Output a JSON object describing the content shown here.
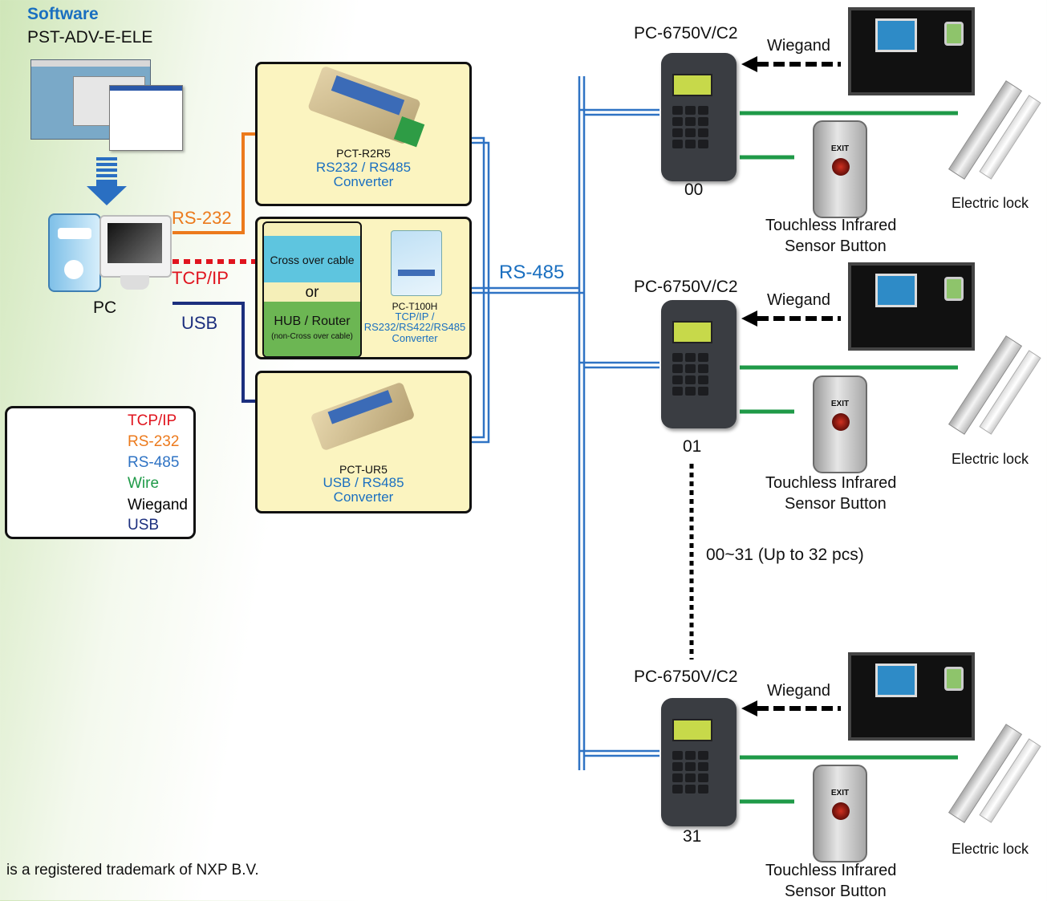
{
  "software": {
    "heading": "Software",
    "name": "PST-ADV-E-ELE"
  },
  "pc_label": "PC",
  "links": {
    "rs232": "RS-232",
    "tcpip": "TCP/IP",
    "usb": "USB",
    "rs485": "RS-485"
  },
  "converters": {
    "r2r5": {
      "model": "PCT-R2R5",
      "line1": "RS232 / RS485",
      "line2": "Converter"
    },
    "t100h": {
      "cable": "Cross over cable",
      "or": "or",
      "hub": "HUB / Router",
      "hub_note": "(non-Cross over cable)",
      "model": "PC-T100H",
      "line1": "TCP/IP  /",
      "line2": "RS232/RS422/RS485",
      "line3": "Converter"
    },
    "ur5": {
      "model": "PCT-UR5",
      "line1": "USB / RS485",
      "line2": "Converter"
    }
  },
  "stations": [
    {
      "model": "PC-6750V/C2",
      "wiegand": "Wiegand",
      "id": "00",
      "button": [
        "Touchless Infrared",
        "Sensor Button"
      ],
      "lock": "Electric lock"
    },
    {
      "model": "PC-6750V/C2",
      "wiegand": "Wiegand",
      "id": "01",
      "button": [
        "Touchless Infrared",
        "Sensor Button"
      ],
      "lock": "Electric lock"
    },
    {
      "model": "PC-6750V/C2",
      "wiegand": "Wiegand",
      "id": "31",
      "button": [
        "Touchless Infrared",
        "Sensor Button"
      ],
      "lock": "Electric lock"
    }
  ],
  "range_note": "00~31 (Up to 32 pcs)",
  "legend": [
    "TCP/IP",
    "RS-232",
    "RS-485",
    "Wire",
    "Wiegand",
    "USB"
  ],
  "colors": {
    "tcpip": "#e0141e",
    "rs232": "#ec7a1c",
    "rs485": "#2f73c4",
    "wire": "#1f9a48",
    "wiegand": "#000000",
    "usb": "#1c2f7e"
  },
  "trademark": "is a registered trademark of NXP B.V."
}
